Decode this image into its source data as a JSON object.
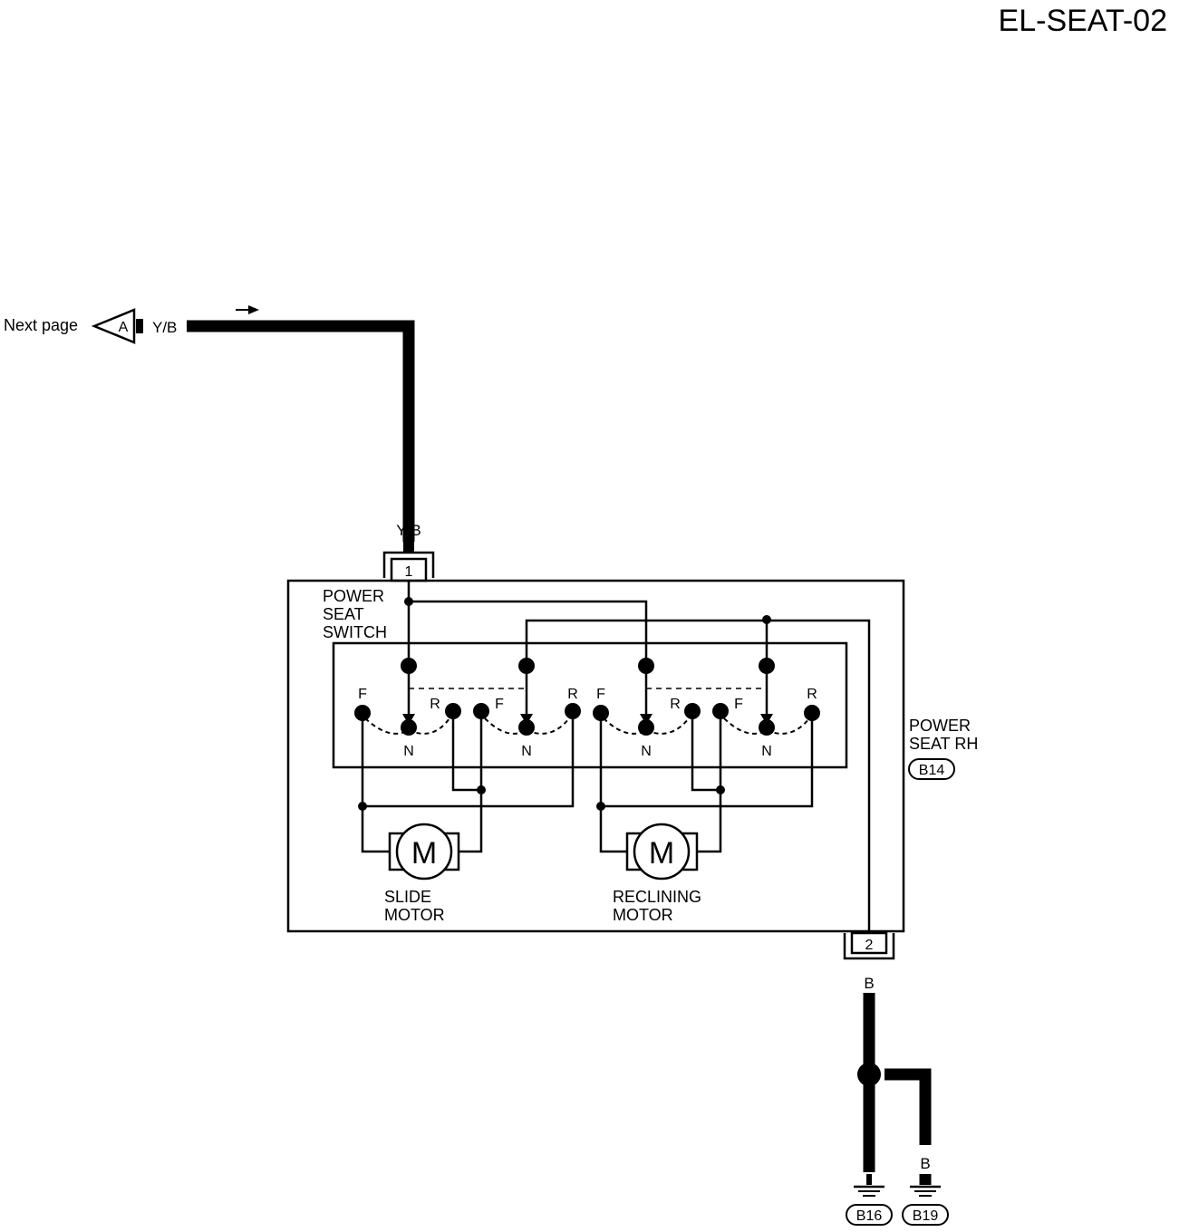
{
  "page_title": "EL-SEAT-02",
  "next_page": {
    "label": "Next page",
    "connector": "A",
    "wire_color": "Y/B"
  },
  "connector_1": {
    "wire_color": "Y/B",
    "terminal": "1"
  },
  "switch": {
    "name_lines": [
      "POWER",
      "SEAT",
      "SWITCH"
    ]
  },
  "switch_labels": {
    "forward": "F",
    "reverse": "R",
    "neutral": "N"
  },
  "seat": {
    "name_lines": [
      "POWER",
      "SEAT RH"
    ],
    "connector_id": "B14"
  },
  "slide_motor": {
    "symbol": "M",
    "name_lines": [
      "SLIDE",
      "MOTOR"
    ]
  },
  "reclining_motor": {
    "symbol": "M",
    "name_lines": [
      "RECLINING",
      "MOTOR"
    ]
  },
  "connector_2": {
    "terminal": "2",
    "wire_color": "B"
  },
  "grounds": [
    {
      "wire_color": "B",
      "id": "B16"
    },
    {
      "wire_color": "B",
      "id": "B19"
    }
  ]
}
